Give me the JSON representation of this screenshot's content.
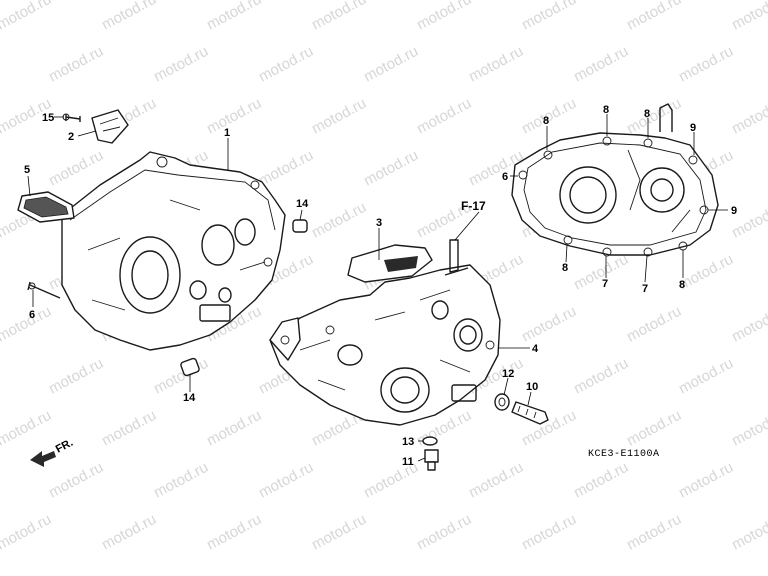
{
  "watermark": "motod.ru",
  "ref_label": "F-17",
  "direction_label": "FR.",
  "diagram_code": "KCE3-E1100A",
  "callouts": {
    "c1": "1",
    "c2": "2",
    "c3": "3",
    "c4": "4",
    "c5": "5",
    "c6_left": "6",
    "c6_right": "6",
    "c7_a": "7",
    "c7_b": "7",
    "c8_a": "8",
    "c8_b": "8",
    "c8_c": "8",
    "c8_d": "8",
    "c8_e": "8",
    "c9_a": "9",
    "c9_b": "9",
    "c10": "10",
    "c11": "11",
    "c12": "12",
    "c13": "13",
    "c14_a": "14",
    "c14_b": "14",
    "c15": "15"
  }
}
